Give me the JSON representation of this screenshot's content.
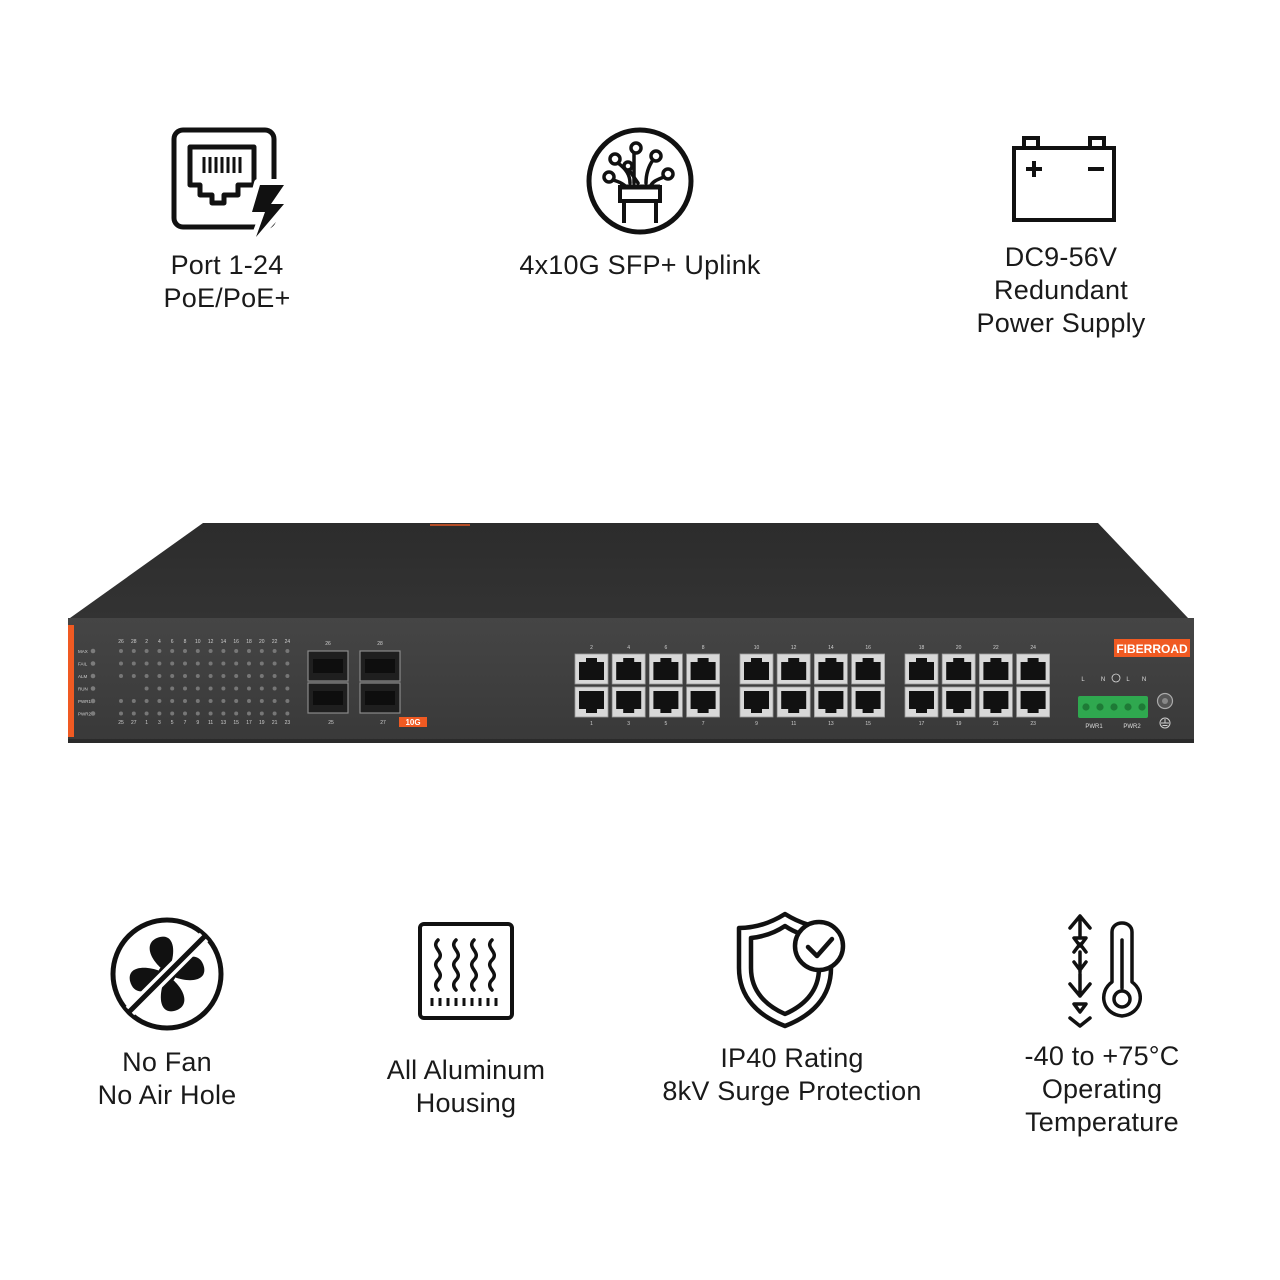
{
  "features_top": [
    {
      "icon": "ethernet-poe-icon",
      "lines": [
        "Port 1-24",
        "PoE/PoE+"
      ]
    },
    {
      "icon": "fiber-optic-icon",
      "lines": [
        "4x10G SFP+ Uplink"
      ]
    },
    {
      "icon": "battery-icon",
      "lines": [
        "DC9-56V",
        "Redundant",
        "Power Supply"
      ]
    }
  ],
  "features_bottom": [
    {
      "icon": "no-fan-icon",
      "lines": [
        "No Fan",
        "No Air Hole"
      ]
    },
    {
      "icon": "heat-dissipation-icon",
      "lines": [
        "All Aluminum",
        "Housing"
      ]
    },
    {
      "icon": "shield-check-icon",
      "lines": [
        "IP40 Rating",
        "8kV Surge Protection"
      ]
    },
    {
      "icon": "thermometer-icon",
      "lines": [
        "-40 to +75°C",
        "Operating",
        "Temperature"
      ]
    }
  ],
  "switch": {
    "brand": "FIBERROAD",
    "sfp_label": "10G",
    "led_labels": [
      "MAX",
      "FAIL",
      "ALM",
      "RUN",
      "PWR1",
      "PWR2"
    ],
    "led_top_numbers": [
      "26",
      "28",
      "2",
      "4",
      "6",
      "8",
      "10",
      "12",
      "14",
      "16",
      "18",
      "20",
      "22",
      "24"
    ],
    "led_bottom_numbers": [
      "25",
      "27",
      "1",
      "3",
      "5",
      "7",
      "9",
      "11",
      "13",
      "15",
      "17",
      "19",
      "21",
      "23"
    ],
    "sfp_top_numbers": [
      "26",
      "28"
    ],
    "sfp_bottom_numbers": [
      "25",
      "27"
    ],
    "port_top_numbers": [
      "2",
      "4",
      "6",
      "8",
      "10",
      "12",
      "14",
      "16",
      "18",
      "20",
      "22",
      "24"
    ],
    "port_bottom_numbers": [
      "1",
      "3",
      "5",
      "7",
      "9",
      "11",
      "13",
      "15",
      "17",
      "19",
      "21",
      "23"
    ],
    "terminal_labels": [
      "L",
      "N",
      "L",
      "N"
    ],
    "power_labels": [
      "PWR1",
      "PWR2"
    ]
  },
  "colors": {
    "accent": "#f05a22",
    "chassis": "#3a3a3a",
    "chassis_top": "#2b2b2b",
    "text": "#1a1a1a",
    "terminal": "#2fa84f"
  }
}
